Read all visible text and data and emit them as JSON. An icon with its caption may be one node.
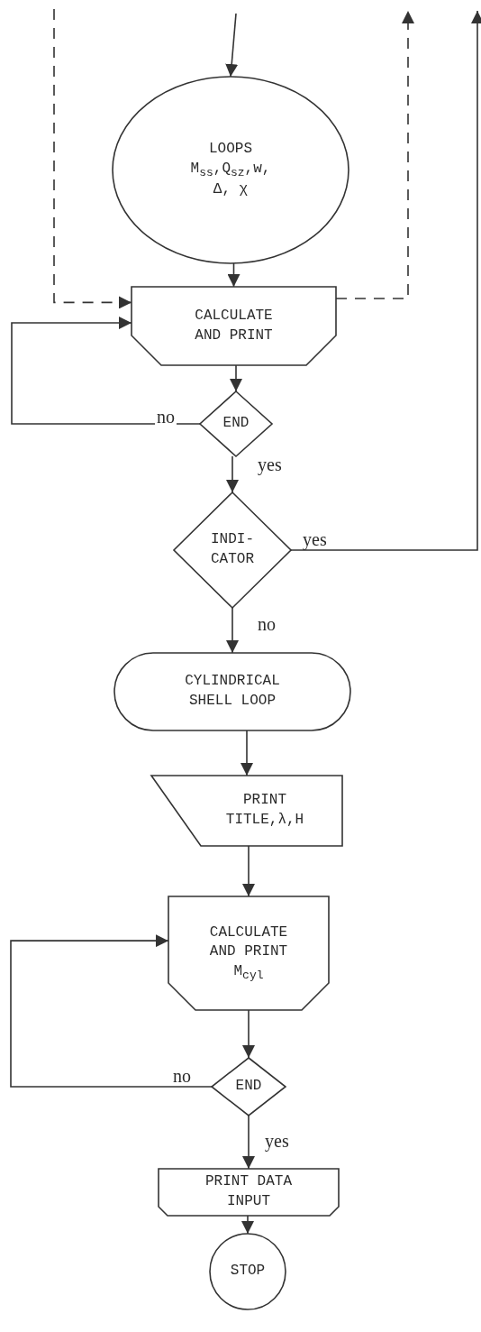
{
  "diagram": {
    "nodes": [
      {
        "text": [
          "LOOPS",
          "M$_{ss}$,Q$_{sz}$,w, Δ, χ"
        ]
      },
      {
        "text": [
          "CALCULATE AND PRINT"
        ]
      },
      {
        "text": [
          "END"
        ]
      },
      {
        "text": [
          "INDI- CATOR"
        ]
      },
      {
        "text": [
          "CYLINDRICAL SHELL LOOP"
        ]
      },
      {
        "text": [
          "PRINT TITLE,λ,H"
        ]
      },
      {
        "text": [
          "CALCULATE AND PRINT M$_{cyl}$"
        ]
      },
      {
        "text": [
          "END"
        ]
      },
      {
        "text": [
          "PRINT DATA INPUT"
        ]
      },
      {
        "text": [
          "STOP"
        ]
      }
    ],
    "edges": [
      {
        "from": null,
        "to": 0,
        "arrow": "to"
      },
      {
        "from": 0,
        "to": 1,
        "arrow": "to"
      },
      {
        "from": null,
        "to": 1,
        "arrow": "to",
        "style": "dashed"
      },
      {
        "from": 1,
        "to": null,
        "arrow": "to",
        "style": "dashed"
      },
      {
        "from": 1,
        "to": 2,
        "arrow": "to"
      },
      {
        "from": 2,
        "to": 1,
        "arrow": "to",
        "label": "no"
      },
      {
        "from": 2,
        "to": 3,
        "arrow": "to",
        "label": "yes"
      },
      {
        "from": 3,
        "to": null,
        "arrow": "to",
        "label": "yes"
      },
      {
        "from": 3,
        "to": 4,
        "arrow": "to",
        "label": "no"
      },
      {
        "from": 4,
        "to": 5,
        "arrow": "to"
      },
      {
        "from": 5,
        "to": 6,
        "arrow": "to"
      },
      {
        "from": 6,
        "to": 7,
        "arrow": "to"
      },
      {
        "from": 7,
        "to": 6,
        "arrow": "to",
        "label": "no"
      },
      {
        "from": 7,
        "to": 8,
        "arrow": "to",
        "label": "yes"
      },
      {
        "from": 8,
        "to": 9,
        "arrow": "to"
      }
    ]
  }
}
